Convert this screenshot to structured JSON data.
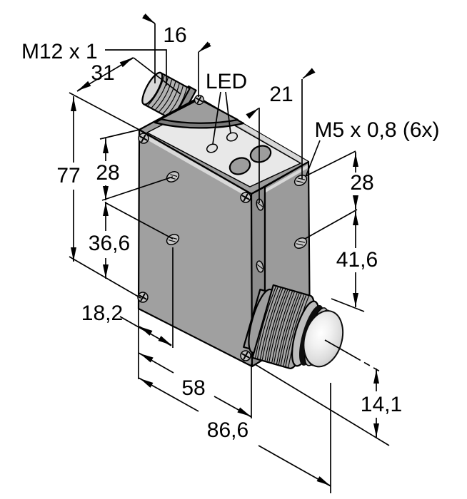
{
  "drawing": {
    "kind": "sensor-dimension-drawing",
    "units_note": "dimensions use comma decimal separator",
    "labels": {
      "m12": "M12 x 1",
      "led": "LED",
      "m5": "M5 x 0,8 (6x)"
    },
    "dims": {
      "d16": "16",
      "d31": "31",
      "d21": "21",
      "d77": "77",
      "d28l": "28",
      "d366": "36,6",
      "d28r": "28",
      "d416": "41,6",
      "d182": "18,2",
      "d58": "58",
      "d866": "86,6",
      "d141": "14,1"
    },
    "colors": {
      "background": "#ffffff",
      "line": "#000000",
      "face_left": "#a0a0a0",
      "face_right": "#9b9b9b",
      "face_front_strip": "#8d8d8d",
      "top_rim": "#9d9d9d",
      "top_panel": "#e8e8e8",
      "chamfer_light": "#d8d8d8",
      "disc": "#9d9d9d",
      "disc_shadow": "#7a7a7a",
      "connector_body": "#b2b2b2",
      "connector_cap": "#d8d8d8",
      "connector_collar": "#8f8f8f",
      "lens_barrel": "#a8a8a8",
      "lens_ring": "#bdbdbd",
      "lens_dark_ring": "#0d0d0d",
      "hole_fill": "#c6c6c6",
      "led_fill": "#e4e4e4",
      "pot_fill": "#9d9d9d",
      "screw_fill": "#c4c4c4"
    }
  }
}
